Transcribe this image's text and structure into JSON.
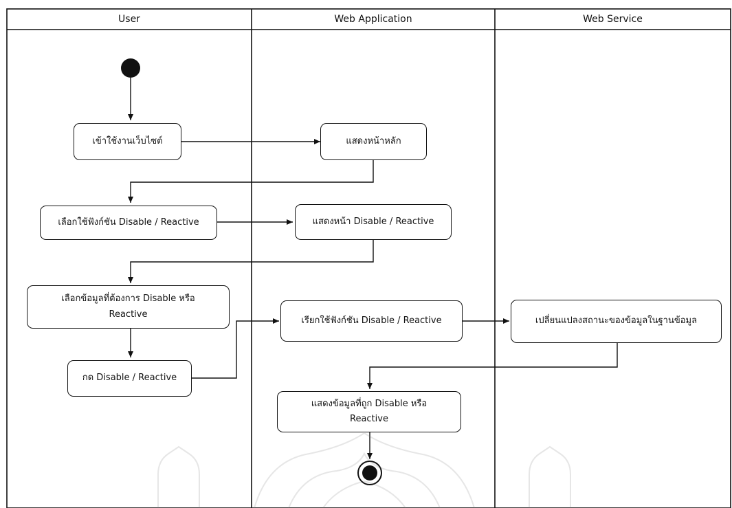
{
  "lanes": {
    "user": "User",
    "web_application": "Web Application",
    "web_service": "Web Service"
  },
  "nodes": {
    "enter_website": "เข้าใช้งานเว็บไซต์",
    "show_home": "แสดงหน้าหลัก",
    "choose_function": "เลือกใช้ฟังก์ชัน Disable / Reactive",
    "show_page": "แสดงหน้า Disable / Reactive",
    "select_data_line1": "เลือกข้อมูลที่ต้องการ Disable หรือ",
    "select_data_line2": "Reactive",
    "call_function": "เรียกใช้ฟังก์ชัน Disable / Reactive",
    "change_status": "เปลี่ยนแปลงสถานะของข้อมูลในฐานข้อมูล",
    "press_button": "กด Disable / Reactive",
    "show_result_line1": "แสดงข้อมูลที่ถูก Disable หรือ",
    "show_result_line2": "Reactive"
  }
}
